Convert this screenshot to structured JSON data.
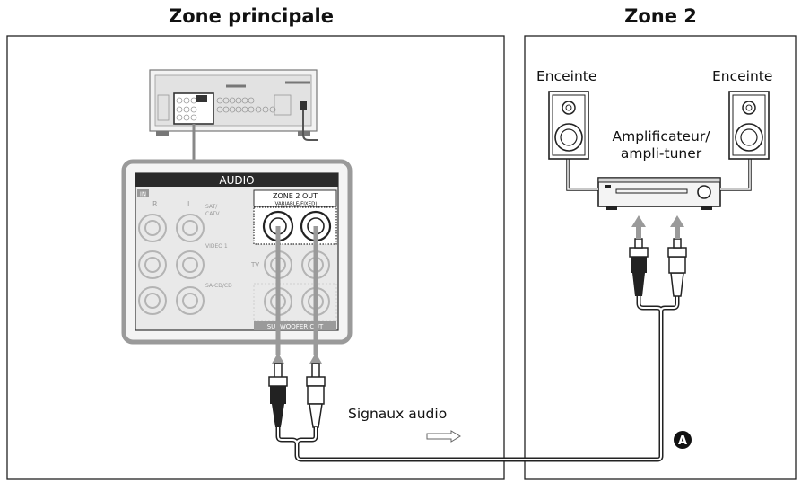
{
  "zones": {
    "main": "Zone principale",
    "zone2": "Zone 2"
  },
  "labels": {
    "speaker_left": "Enceinte",
    "speaker_right": "Enceinte",
    "amplifier_line1": "Amplificateur/",
    "amplifier_line2": "ampli-tuner",
    "audio_signals": "Signaux audio",
    "marker": "A"
  },
  "panel": {
    "title": "AUDIO",
    "in_label": "IN",
    "r": "R",
    "l": "L",
    "sat_catv_1": "SAT/",
    "sat_catv_2": "CATV",
    "video1": "VIDEO 1",
    "sa_cd": "SA-CD/CD",
    "tv": "TV",
    "zone2_out": "ZONE 2 OUT",
    "variable_fixed": "(VARIABLE/FIXED)",
    "subwoofer_out": "SUBWOOFER OUT"
  }
}
